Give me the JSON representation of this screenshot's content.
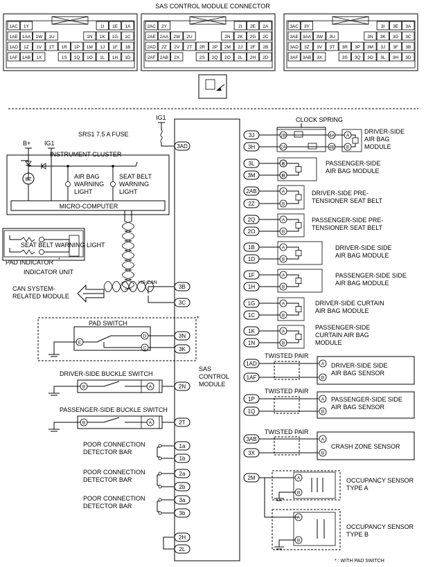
{
  "connector_title": "SAS CONTROL MODULE CONNECTOR",
  "connector_views": [
    {
      "rows": [
        [
          "1AC",
          "1Y",
          "",
          "",
          "",
          "",
          "1I",
          "1E",
          "1A"
        ],
        [
          "1AE",
          "1AA",
          "1W",
          "1U",
          "",
          "1N",
          "1K",
          "1G",
          "1C"
        ],
        [
          "1AD",
          "1Z",
          "1V",
          "1T",
          "1R",
          "1P",
          "1M",
          "1J",
          "1F",
          "1B"
        ],
        [
          "1AF",
          "1AB",
          "1X",
          "",
          "1S",
          "1Q",
          "1O",
          "1L",
          "1H",
          "1D"
        ]
      ]
    },
    {
      "rows": [
        [
          "2AC",
          "2Y",
          "",
          "",
          "",
          "",
          "2I",
          "2E",
          "2A"
        ],
        [
          "2AE",
          "2AA",
          "2W",
          "2U",
          "",
          "2N",
          "2K",
          "2G",
          "2C"
        ],
        [
          "2AD",
          "2Z",
          "2V",
          "2T",
          "2R",
          "2P",
          "2M",
          "2J",
          "2F",
          "2B"
        ],
        [
          "2AF",
          "2AB",
          "2X",
          "",
          "2S",
          "2Q",
          "2O",
          "2L",
          "2H",
          "2D"
        ]
      ]
    },
    {
      "rows": [
        [
          "3AC",
          "3Y",
          "",
          "",
          "",
          "",
          "3I",
          "3E",
          "3A"
        ],
        [
          "3AE",
          "3AA",
          "3W",
          "3U",
          "",
          "3N",
          "3K",
          "3G",
          "3C"
        ],
        [
          "3AD",
          "3Z",
          "3V",
          "3T",
          "3R",
          "3P",
          "3M",
          "3J",
          "3F",
          "3B"
        ],
        [
          "3AF",
          "3AB",
          "3X",
          "",
          "3S",
          "3Q",
          "3O",
          "3L",
          "3H",
          "3D"
        ]
      ]
    }
  ],
  "labels": {
    "ig1_a": "IG1",
    "ig1_b": "IG1",
    "b_plus": "B+",
    "fuse": "SRS1 7.5 A  FUSE",
    "instrument_cluster": "INSTRUMENT CLUSTER",
    "bz": "BZ",
    "airbag_warning": [
      "AIR BAG",
      "WARNING",
      "LIGHT"
    ],
    "seatbelt_warning": [
      "SEAT BELT",
      "WARNING",
      "LIGHT"
    ],
    "micro_computer": "MICRO-COMPUTER",
    "seat_belt_warning_light": "SEAT BELT WARNING LIGHT",
    "pad_indicator": "PAD INDICATOR",
    "asterisk": "*",
    "indicator_unit": "INDICATOR UNIT",
    "can_module": [
      "CAN SYSTEM-",
      "RELATED MODULE"
    ],
    "hs_can": "HS-CAN",
    "pad_switch": "PAD SWITCH",
    "pin_e": "E",
    "pin_d": "D",
    "pin_c": "C",
    "driver_buckle": "DRIVER-SIDE BUCKLE SWITCH",
    "passenger_buckle": "PASSENGER-SIDE BUCKLE SWITCH",
    "pin_b": "B",
    "pin_a": "A",
    "poor_connection": [
      "POOR CONNECTION",
      "DETECTOR BAR"
    ],
    "sas_module": [
      "SAS",
      "CONTROL",
      "MODULE"
    ],
    "clock_spring": "CLOCK SPRING",
    "twisted_pair": "TWISTED PAIR",
    "footnote": "* : WITH PAD SWITCH"
  },
  "left_pins": [
    "3AD",
    "3B",
    "3C",
    "3N",
    "3K",
    "2N",
    "2T",
    "1a",
    "1b",
    "2a",
    "2b",
    "3a",
    "3b",
    "2H",
    "2L"
  ],
  "right_pins": [
    "3J",
    "3H",
    "3L",
    "3M",
    "2AB",
    "2Z",
    "2Q",
    "2O",
    "1B",
    "1D",
    "1F",
    "1H",
    "1G",
    "1C",
    "1K",
    "1N",
    "1AD",
    "1AF",
    "1P",
    "1Q",
    "3AB",
    "3X",
    "2M"
  ],
  "clock_pins": [
    "2B",
    "2A",
    "4A",
    "4B"
  ],
  "devices": [
    {
      "lines": [
        "DRIVER-SIDE",
        "AIR BAG",
        "MODULE"
      ]
    },
    {
      "lines": [
        "PASSENGER-SIDE",
        "AIR BAG MODULE"
      ]
    },
    {
      "lines": [
        "DRIVER-SIDE PRE-",
        "TENSIONER SEAT BELT"
      ]
    },
    {
      "lines": [
        "PASSENGER-SIDE PRE-",
        "TENSIONER SEAT BELT"
      ]
    },
    {
      "lines": [
        "DRIVER-SIDE SIDE",
        "AIR BAG MODULE"
      ]
    },
    {
      "lines": [
        "PASSENGER-SIDE SIDE",
        "AIR BAG MODULE"
      ]
    },
    {
      "lines": [
        "DRIVER-SIDE CURTAIN",
        "AIR BAG MODULE"
      ]
    },
    {
      "lines": [
        "PASSENGER-SIDE",
        "CURTAIN AIR BAG",
        "MODULE"
      ]
    },
    {
      "lines": [
        "DRIVER-SIDE SIDE",
        "AIR BAG SENSOR"
      ]
    },
    {
      "lines": [
        "PASSENGER-SIDE SIDE",
        "AIR BAG SENSOR"
      ]
    },
    {
      "lines": [
        "CRASH ZONE SENSOR"
      ]
    },
    {
      "lines": [
        "OCCUPANCY SENSOR",
        "TYPE A"
      ]
    },
    {
      "lines": [
        "OCCUPANCY SENSOR",
        "TYPE B"
      ]
    }
  ]
}
